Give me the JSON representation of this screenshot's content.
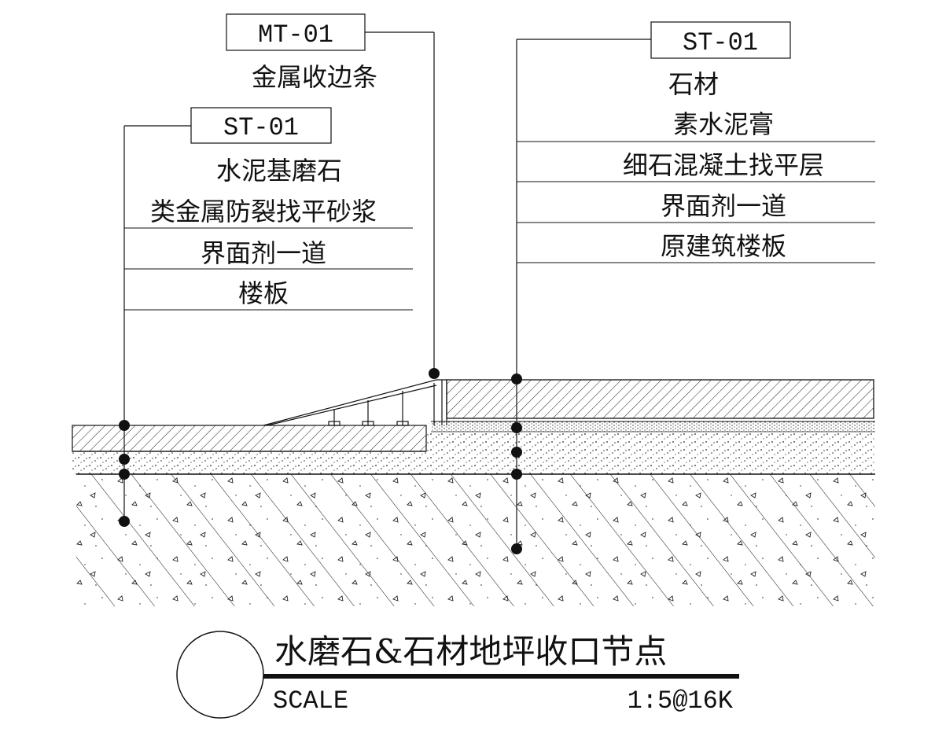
{
  "left_callout": {
    "tag": "ST-01",
    "layers": [
      "水泥基磨石",
      "类金属防裂找平砂浆",
      "界面剂一道",
      "楼板"
    ]
  },
  "middle_callout": {
    "tag": "MT-01",
    "layers": [
      "金属收边条"
    ]
  },
  "right_callout": {
    "tag": "ST-01",
    "layers": [
      "石材",
      "素水泥膏",
      "细石混凝土找平层",
      "界面剂一道",
      "原建筑楼板"
    ]
  },
  "title_block": {
    "title": "水磨石&石材地坪收口节点",
    "scale_label": "SCALE",
    "scale_value": "1:5@16K"
  }
}
